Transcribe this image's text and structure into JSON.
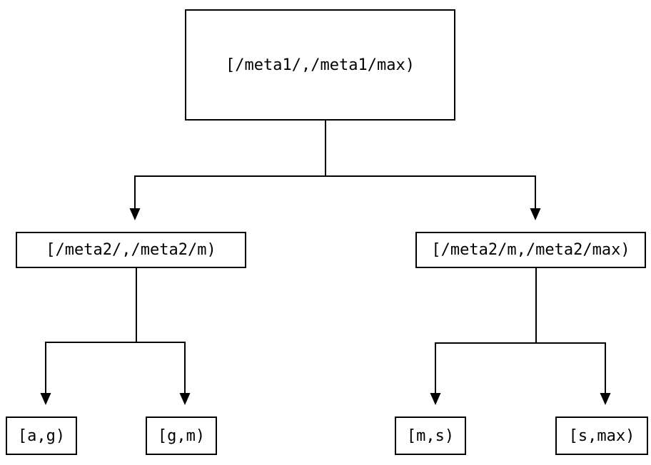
{
  "diagram": {
    "type": "tree",
    "background_color": "#ffffff",
    "line_color": "#000000",
    "nodes": {
      "root": {
        "label": "[/meta1/,/meta1/max)"
      },
      "meta2_low": {
        "label": "[/meta2/,/meta2/m)"
      },
      "meta2_high": {
        "label": "[/meta2/m,/meta2/max)"
      },
      "leaf_ag": {
        "label": "[a,g)"
      },
      "leaf_gm": {
        "label": "[g,m)"
      },
      "leaf_ms": {
        "label": "[m,s)"
      },
      "leaf_smax": {
        "label": "[s,max)"
      }
    },
    "edges": [
      {
        "from": "root",
        "to": "meta2_low"
      },
      {
        "from": "root",
        "to": "meta2_high"
      },
      {
        "from": "meta2_low",
        "to": "leaf_ag"
      },
      {
        "from": "meta2_low",
        "to": "leaf_gm"
      },
      {
        "from": "meta2_high",
        "to": "leaf_ms"
      },
      {
        "from": "meta2_high",
        "to": "leaf_smax"
      }
    ]
  }
}
